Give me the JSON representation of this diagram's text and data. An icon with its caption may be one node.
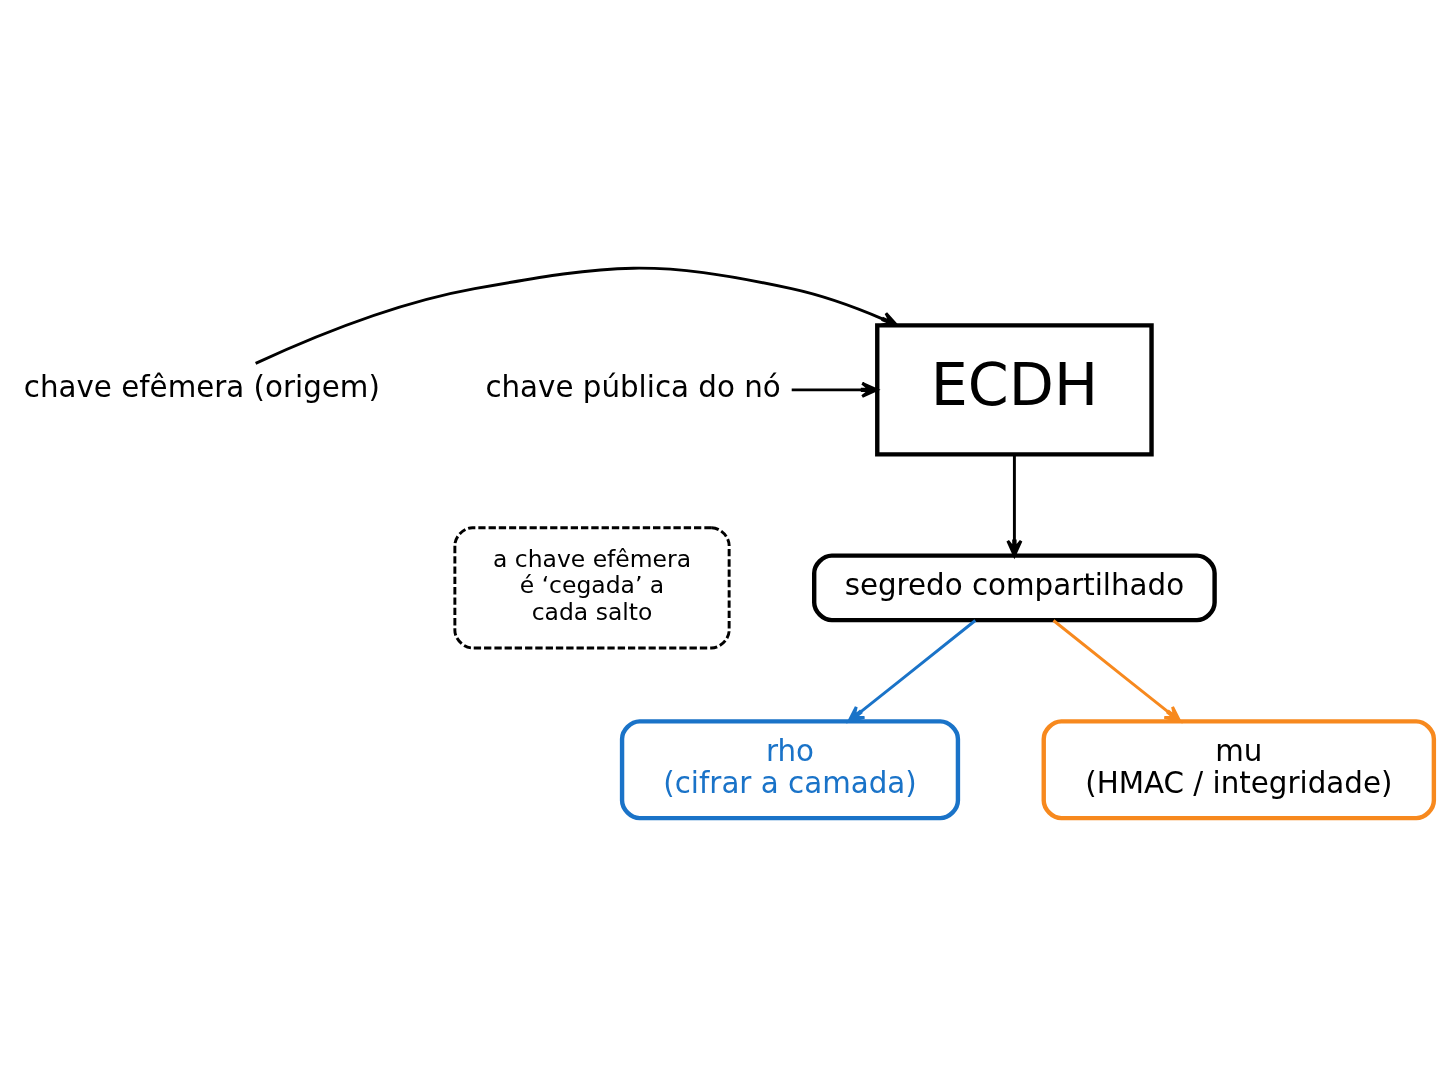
{
  "diagram": {
    "nodes": [
      {
        "text": [
          "chave efêmera (origem)"
        ]
      },
      {
        "text": [
          "ECDH"
        ]
      },
      {
        "text": [
          "chave pública do nó"
        ]
      },
      {
        "text": [
          "segredo compartilhado"
        ]
      },
      {
        "text": [
          "rho",
          "(cifrar a camada)"
        ]
      },
      {
        "text": [
          "mu",
          "(HMAC / integridade)"
        ]
      },
      {
        "text": [
          "a chave efêmera é ‘cegada’ a cada salto"
        ]
      }
    ],
    "edges": [
      {
        "from": 0,
        "to": 1,
        "arrow": "to"
      },
      {
        "from": 2,
        "to": 1,
        "arrow": "to"
      },
      {
        "from": 1,
        "to": 3,
        "arrow": "to"
      },
      {
        "from": 3,
        "to": 4,
        "arrow": "to",
        "color": "#1a73c8"
      },
      {
        "from": 3,
        "to": 5,
        "arrow": "to",
        "color": "#f7891e"
      }
    ]
  }
}
